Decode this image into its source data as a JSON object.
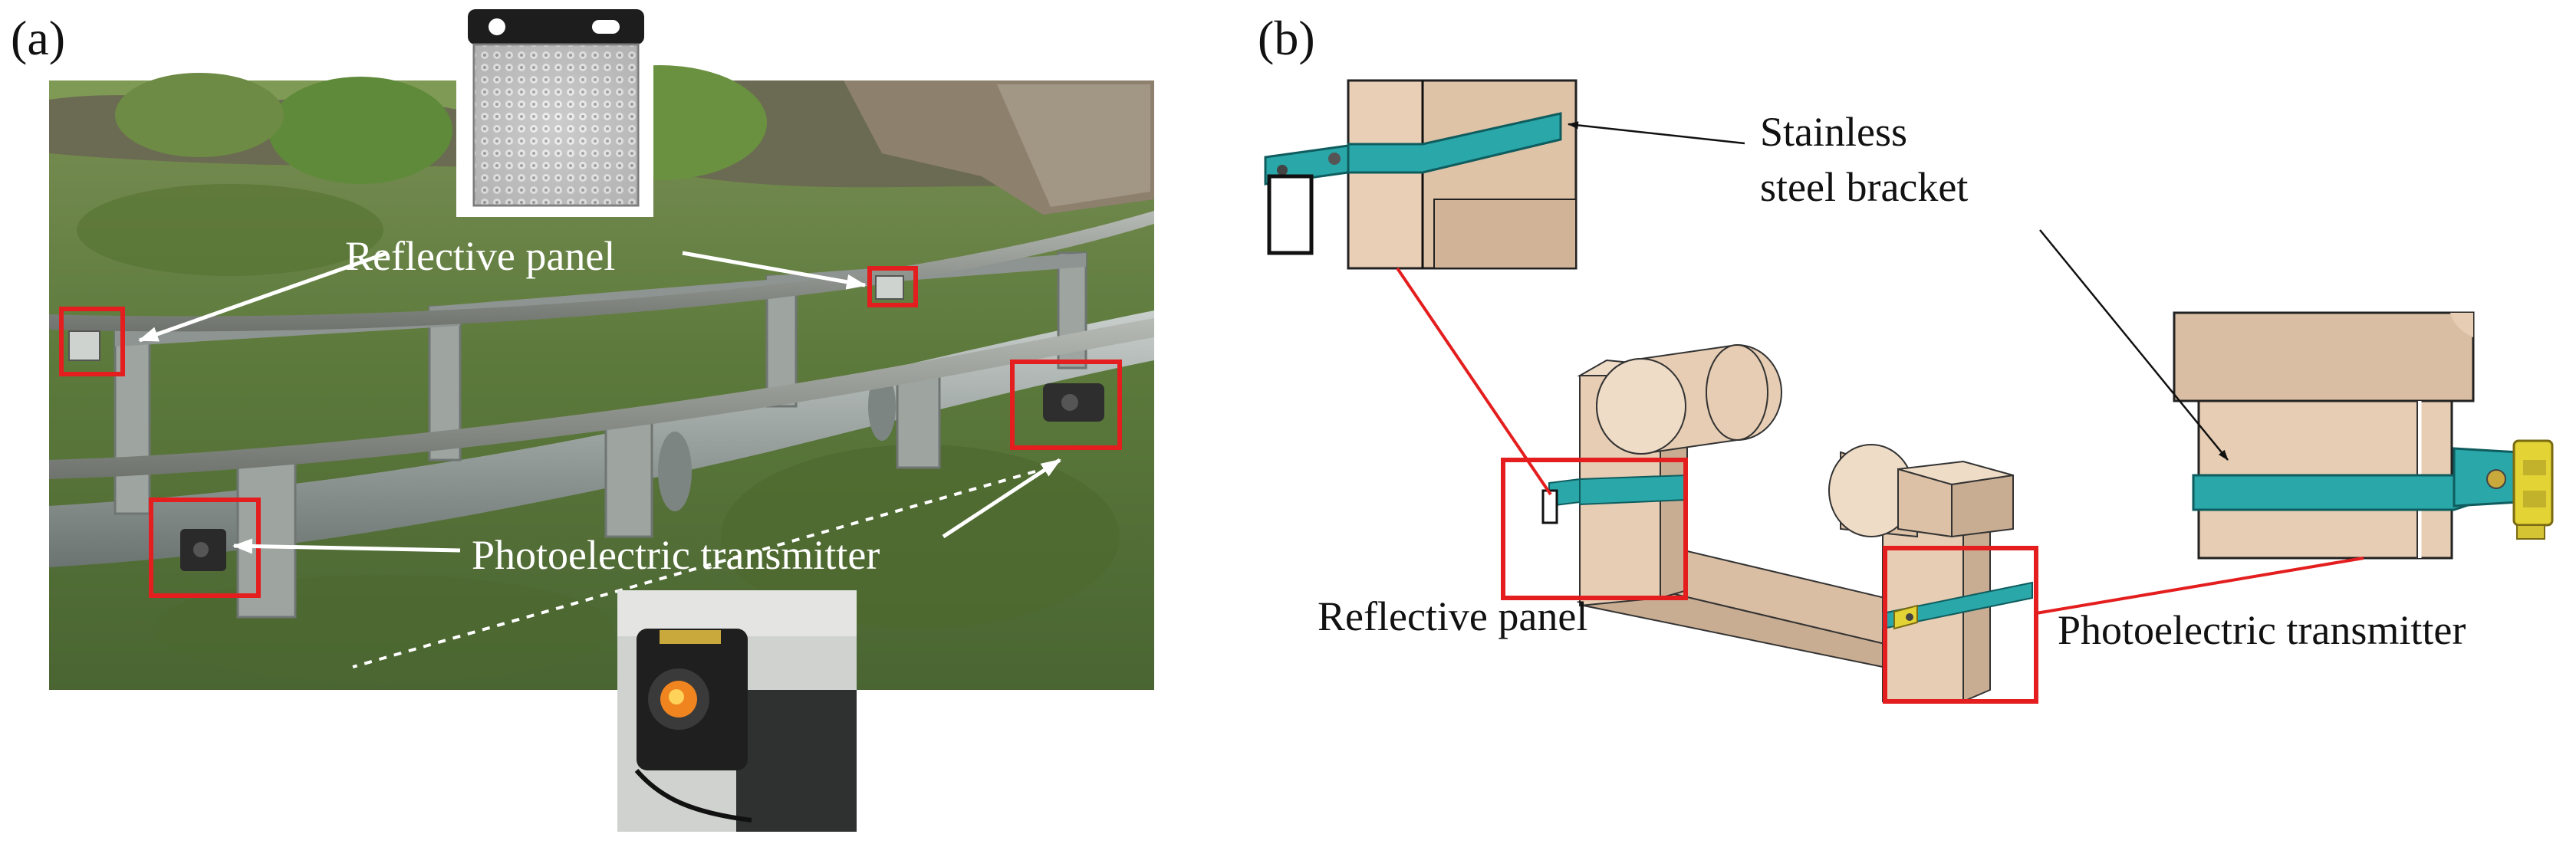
{
  "panel_a": {
    "letter": "(a)",
    "labels": {
      "reflective_panel": "Reflective panel",
      "photoelectric_transmitter": "Photoelectric transmitter"
    }
  },
  "panel_b": {
    "letter": "(b)",
    "labels": {
      "bracket_line1": "Stainless",
      "bracket_line2": "steel bracket",
      "reflective_panel": "Reflective panel",
      "photoelectric_transmitter": "Photoelectric transmitter"
    }
  },
  "colors": {
    "highlight_box": "#e41e1e",
    "bracket_teal": "#2aa7a9",
    "support_beige": "#e6cdb3",
    "support_shadow": "#c9ad92",
    "sensor_yellow": "#e3d335",
    "grass_green": "#5e7a3d",
    "pipe_gray": "#9aa2a0"
  }
}
